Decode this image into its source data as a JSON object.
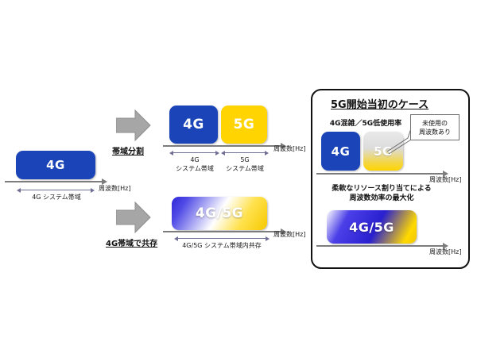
{
  "diagram": {
    "title_hidden": "",
    "colors": {
      "blue_4g": "#1a44b8",
      "yellow_5g": "#ffd400",
      "arrow_gray": "#a6a6a6",
      "axis_gray": "#7c7c7c",
      "panel_border": "#111111"
    }
  },
  "left": {
    "band_label": "4G",
    "bandwidth_label": "4G システム帯域",
    "axis_label": "周波数[Hz]"
  },
  "arrows": [
    {
      "caption": "帯域分割"
    },
    {
      "caption": "4G帯域で共存"
    }
  ],
  "middle_top": {
    "band_4g_label": "4G",
    "band_5g_label": "5G",
    "bandwidth_4g_label": "4G\nシステム帯域",
    "bandwidth_5g_label": "5G\nシステム帯域",
    "axis_label": "周波数[Hz]"
  },
  "middle_bottom": {
    "band_label": "4G/5G",
    "bandwidth_label": "4G/5G システム帯域内共存",
    "axis_label": "周波数[Hz]"
  },
  "panel": {
    "title": "5G開始当初のケース",
    "top": {
      "caption": "4G混雑／5G低使用率",
      "band_4g_label": "4G",
      "band_5g_label": "5G",
      "callout": "未使用の\n周波数あり",
      "axis_label": "周波数[Hz]"
    },
    "bottom": {
      "caption": "柔軟なリソース割り当てによる\n周波数効率の最大化",
      "band_label": "4G/5G",
      "axis_label": "周波数[Hz]"
    }
  }
}
